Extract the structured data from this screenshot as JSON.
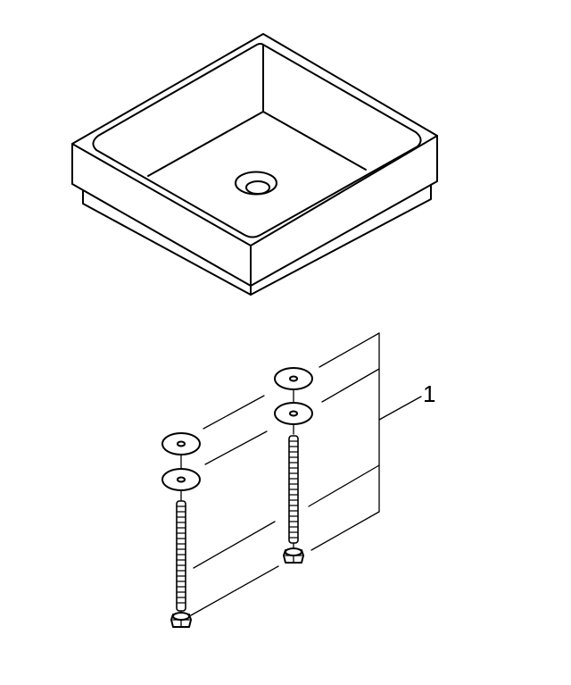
{
  "diagram": {
    "type": "exploded-parts-view",
    "components": [
      {
        "name": "square-countertop-basin",
        "role": "main product"
      },
      {
        "name": "washer",
        "count": 4
      },
      {
        "name": "threaded-stud",
        "count": 2
      },
      {
        "name": "hex-nut",
        "count": 2
      }
    ],
    "callouts": [
      {
        "number": "1",
        "refers_to": "fixing kit (washers, threaded studs, nuts)"
      }
    ],
    "colors": {
      "line": "#000000",
      "background": "#ffffff"
    }
  }
}
